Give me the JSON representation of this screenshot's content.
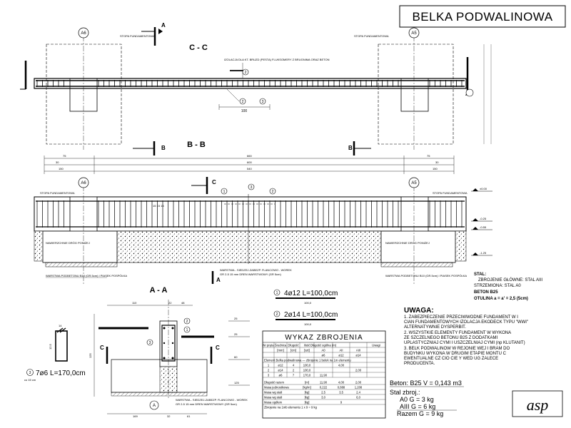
{
  "title": "BELKA PODWALINOWA",
  "sections": {
    "cc": "C - C",
    "bb": "B - B",
    "aa": "A - A",
    "cut_a": "A",
    "cut_b": "B",
    "cut_c": "C"
  },
  "axes": {
    "left": "A6",
    "right": "A5"
  },
  "notes": {
    "insulation_cc": "IZOLACJA DLA KT. BRUZD (PESTA) FLUKSOMERY Z BRUGNIMA ORAZ BETON",
    "footing_label": "STOPA FUNDAMENTOWA",
    "foundation_left": "NAWIERZCHNIE DRÓG PONIŻEJ",
    "foundation_right": "NAWIERZCHNIE DRÓG PONIŻEJ",
    "bedding_left": "WARSTWA PODBETONU B10 (GR.5cm) I PIASEK POSPÓŁKA",
    "bedding_center": "WARSTWA - SIEDZEJ-ZABEZP. FLANCOWO - WOREK",
    "bedding_center2": "GR 2-5 15 mm DREN WARSTWOWY (GR 5cm)",
    "bedding_aa": "WARSTWA - SIEDZEJ-ZABEZP. FLANCOWO - WOREK",
    "bedding_aa2": "GR 2-5 15 mm DREN WARSTWOWY (GR 5cm)"
  },
  "dims_bb": {
    "top_left": "75",
    "top_center": "660",
    "top_right": "75",
    "mid_left": "30",
    "mid_center": "600",
    "mid_right": "30",
    "bot_left": "150",
    "bot_center": "540",
    "bot_right": "150",
    "stirrup_spacing": "15  15  15"
  },
  "dims_cc": {
    "width": "100"
  },
  "dims_aa": {
    "top": [
      "110",
      "22",
      "48"
    ],
    "bottom": [
      "169",
      "32",
      "61"
    ],
    "heights": [
      "25",
      "25",
      "60",
      "125"
    ],
    "left_height": "125"
  },
  "levels": {
    "l1": "±0.00",
    "l2": "-0.25",
    "l3": "-0.55",
    "l4": "-1.25"
  },
  "bars": {
    "b1_label": "4ø12  L=100,0cm",
    "b1_len": "100,0",
    "b2_label": "2ø14  L=100,0cm",
    "b2_len": "100,0",
    "b3_label": "7ø6  L=170,0cm",
    "b3_spacing": "co 15 cm",
    "b3_dim1": "14",
    "b3_dim2": "12.5",
    "marks": [
      "1",
      "2",
      "3"
    ]
  },
  "materials": {
    "steel_label": "STAL:",
    "steel_main": "ZBROJENIE GŁÓWNE: STAL AIII",
    "steel_stirrups": "STRZEMIONA: STAL A0",
    "concrete": "BETON B25",
    "cover": "OTULINA a = a' = 2,5 (5cm)"
  },
  "uwaga": {
    "title": "UWAGA:",
    "items": [
      "1. ZABEZPIECZENIE PRZECIWWODNE FUNDAMENT  W I",
      "   CIAN FUNDAMENTOWYCH IZOLACJA EKODECK TYPU \"WWI\"",
      "   ALTERNATYWNIE DYSPERBIT.",
      "2. WSZYSTKIE ELEMENTY FUNDAMENT  W WYKONA",
      "   ZE SZCZELNEGO  BETONU B25 Z DODATKAMI",
      "   UPLASTYCZNIAJ  CYMI I USZCZELNIAJ  CYMI (np KLUTANIT)",
      "3. BELK  PODWALINOW  W REJONIE WEJ   I BRAM DO",
      "   BUDYNKU WYKONA  W DRUGIM ETAPIE MONTU  C",
      "   EWENTUALNE CZ   CIO CIE Y WED UG ZALECE",
      "   PRODUCENTA."
    ]
  },
  "table": {
    "title": "WYKAZ ZBROJENIA",
    "head1": [
      "Nr pręta",
      "Średnica",
      "Długość",
      "Ilość",
      "Długość ogólna (m)",
      "",
      "",
      "Uwagi"
    ],
    "head2": [
      "",
      "[mm]",
      "[cm]",
      "[szt]",
      "A0",
      "AII",
      "AIII",
      ""
    ],
    "head3": [
      "",
      "",
      "",
      "",
      "ø6",
      "ø12",
      "ø14",
      ""
    ],
    "element_row": "Element     Belka podwalinowa — zbrojenie 1 belek na 1m elementu",
    "rows": [
      [
        "1",
        "ø12",
        "4",
        "100,0",
        "",
        "4,00",
        ""
      ],
      [
        "2",
        "ø14",
        "2",
        "100,0",
        "",
        "",
        "2,00"
      ],
      [
        "3",
        "ø6",
        "7",
        "170,0",
        "11,90",
        "",
        ""
      ]
    ],
    "summary": [
      [
        "Długość razem",
        "[m]",
        "11,90",
        "4,00",
        "2,00"
      ],
      [
        "Masa jednostkowa",
        "[kg/m]",
        "0,222",
        "0,888",
        "1,208"
      ],
      [
        "Masa wg stali",
        "[kg]",
        "2,5",
        "3,5",
        "2,4"
      ],
      [
        "Masa wg stali",
        "[kg]",
        "3,0",
        "",
        "6,0"
      ],
      [
        "Masa ogółem",
        "[kg]",
        "",
        "9",
        ""
      ]
    ],
    "footer": "Zbrojenie na 1mb elementu          1 x 9 = 9 kg"
  },
  "summary_block": {
    "concrete": "Beton:   B25     V = 0,143 m3",
    "steel_title": "Stal zbroj.:",
    "a0": "A0   G = 3 kg",
    "aiii": "AIII   G = 6 kg",
    "total": "Razem   G = 9 kg"
  },
  "logo": "asp",
  "colors": {
    "ink": "#000000",
    "paper": "#ffffff",
    "fill_pattern": "#dddddd"
  }
}
